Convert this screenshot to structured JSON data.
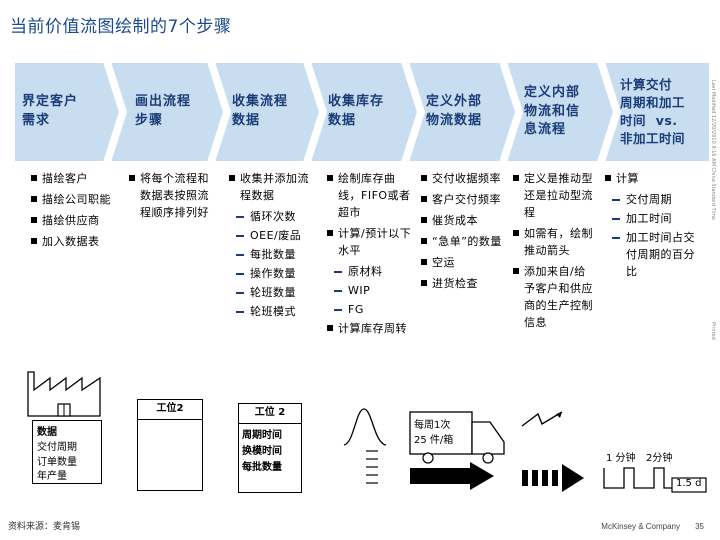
{
  "title": "当前价值流图绘制的7个步骤",
  "side_notes": [
    "Last Modified 12/20/2010 9:16 AM China Standard Time",
    "Printed"
  ],
  "steps": [
    {
      "label_lines": [
        "界定客户",
        "需求"
      ]
    },
    {
      "label_lines": [
        "画出流程",
        "步骤"
      ]
    },
    {
      "label_lines": [
        "收集流程",
        "数据"
      ]
    },
    {
      "label_lines": [
        "收集库存",
        "数据"
      ]
    },
    {
      "label_lines": [
        "定义外部",
        "物流数据"
      ]
    },
    {
      "label_lines": [
        "定义内部",
        "物流和信",
        "息流程"
      ]
    },
    {
      "label_lines": [
        "计算交付",
        "周期和加工",
        "时间  vs.",
        "非加工时间"
      ]
    }
  ],
  "col1": [
    "描绘客户",
    "描绘公司职能",
    "描绘供应商",
    "加入数据表"
  ],
  "col2": [
    "将每个流程和数据表按照流程顺序排列好"
  ],
  "col3": {
    "main": "收集并添加流程数据",
    "subs": [
      "循环次数",
      "OEE/废品",
      "每批数量",
      "操作数量",
      "轮班数量",
      "轮班模式"
    ]
  },
  "col4": {
    "main1": "绘制库存曲线，FIFO或者超市",
    "main2": "计算/预计以下水平",
    "subs": [
      "原材料",
      "WIP",
      "FG"
    ],
    "main3": "计算库存周转"
  },
  "col5": [
    "交付收据频率",
    "客户交付频率",
    "催货成本",
    "“急单”的数量",
    "空运",
    "进货检查"
  ],
  "col6": [
    "定义是推动型还是拉动型流程",
    "如需有，绘制推动箭头",
    "添加来自/给予客户和供应商的生产控制信息"
  ],
  "col7": {
    "main": "计算",
    "subs": [
      "交付周期",
      "加工时间",
      "加工时间占交付周期的百分比"
    ]
  },
  "icons": {
    "databox": {
      "title": "数据",
      "lines": [
        "交付周期",
        "订单数量",
        "年产量"
      ]
    },
    "process_simple": {
      "title": "工位2"
    },
    "process_data": {
      "title": "工位 2",
      "lines": [
        "周期时间",
        "换模时间",
        "每批数量"
      ]
    },
    "truck": {
      "lines": [
        "每周1次",
        "25 件/箱"
      ]
    },
    "timeline": {
      "label1": "1 分钟",
      "label2": "2分钟",
      "total": "1.5 d"
    }
  },
  "footer": {
    "source": "资料来源：麦肯锡",
    "brand": "McKinsey & Company",
    "page": "35"
  },
  "colors": {
    "chevron_fill": "#c9ddf0",
    "chevron_stroke": "#ffffff",
    "title": "#1a4a8a",
    "label": "#1a3d7a"
  }
}
